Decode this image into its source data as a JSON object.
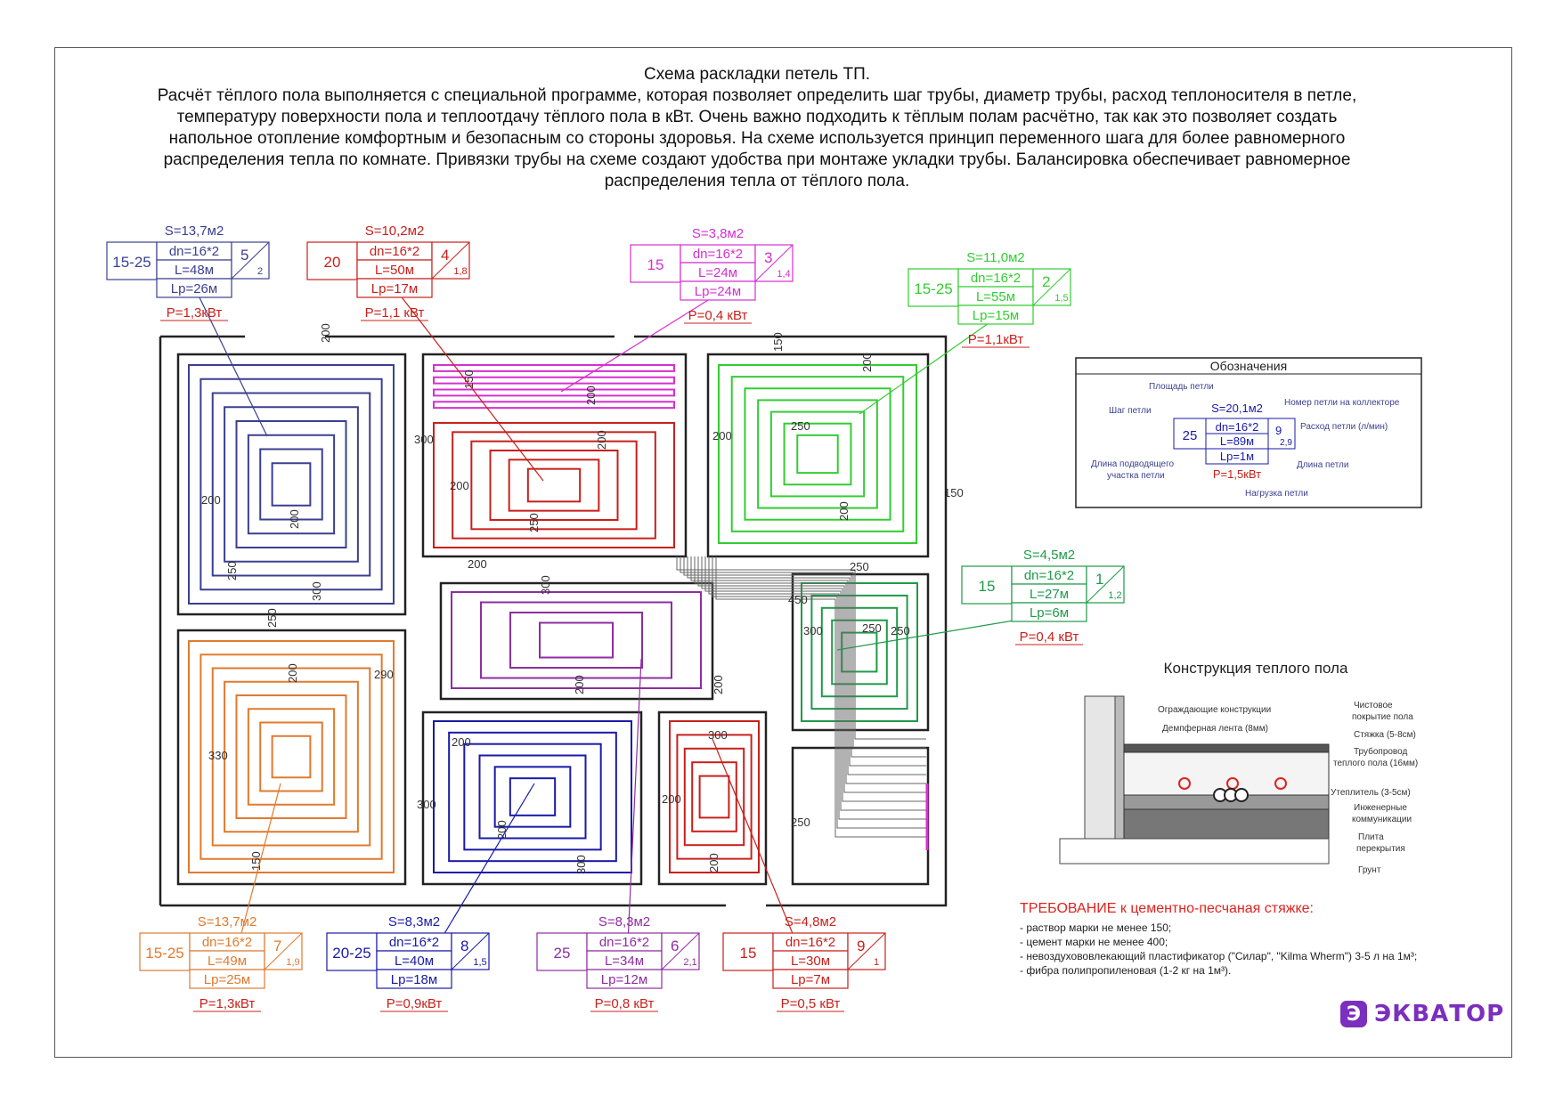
{
  "header": {
    "title": "Схема раскладки петель ТП.",
    "lines": [
      "Расчёт тёплого пола выполняется с специальной программе, которая позволяет определить шаг трубы, диаметр трубы, расход теплоносителя в петле,",
      "температуру поверхности пола и теплоотдачу тёплого пола в кВт. Очень важно подходить к тёплым полам расчётно, так как это позволяет создать",
      "напольное отопление комфортным и безопасным со стороны здоровья. На схеме используется принцип переменного шага для более равномерного",
      "распределения тепла по комнате. Привязки трубы на схеме создают удобства при монтаже укладки трубы. Балансировка обеспечивает равномерное",
      "распределения тепла от тёплого пола."
    ]
  },
  "loops": [
    {
      "id": "5",
      "area": "S=13,7м2",
      "step": "15-25",
      "dn": "dn=16*2",
      "num": "5",
      "flow": "2",
      "length": "L=48м",
      "supply": "Lp=26м",
      "power": "P=1,3кВт",
      "color": "#3b3f8f"
    },
    {
      "id": "4",
      "area": "S=10,2м2",
      "step": "20",
      "dn": "dn=16*2",
      "num": "4",
      "flow": "1,8",
      "length": "L=50м",
      "supply": "Lp=17м",
      "power": "P=1,1 кВт",
      "color": "#c8201c"
    },
    {
      "id": "3",
      "area": "S=3,8м2",
      "step": "15",
      "dn": "dn=16*2",
      "num": "3",
      "flow": "1,4",
      "length": "L=24м",
      "supply": "Lp=24м",
      "power": "P=0,4 кВт",
      "color": "#d62fd1"
    },
    {
      "id": "2",
      "area": "S=11,0м2",
      "step": "15-25",
      "dn": "dn=16*2",
      "num": "2",
      "flow": "1,5",
      "length": "L=55м",
      "supply": "Lp=15м",
      "power": "P=1,1кВт",
      "color": "#33cc33"
    },
    {
      "id": "1",
      "area": "S=4,5м2",
      "step": "15",
      "dn": "dn=16*2",
      "num": "1",
      "flow": "1,2",
      "length": "L=27м",
      "supply": "Lp=6м",
      "power": "P=0,4 кВт",
      "color": "#1f9a4a"
    },
    {
      "id": "7",
      "area": "S=13,7м2",
      "step": "15-25",
      "dn": "dn=16*2",
      "num": "7",
      "flow": "1,9",
      "length": "L=49м",
      "supply": "Lp=25м",
      "power": "P=1,3кВт",
      "color": "#e07a2e"
    },
    {
      "id": "8",
      "area": "S=8,3м2",
      "step": "20-25",
      "dn": "dn=16*2",
      "num": "8",
      "flow": "1,5",
      "length": "L=40м",
      "supply": "Lp=18м",
      "power": "P=0,9кВт",
      "color": "#1a1aa8"
    },
    {
      "id": "6",
      "area": "S=8,3м2",
      "step": "25",
      "dn": "dn=16*2",
      "num": "6",
      "flow": "2,1",
      "length": "L=34м",
      "supply": "Lp=12м",
      "power": "P=0,8 кВт",
      "color": "#8e2ea0"
    },
    {
      "id": "9",
      "area": "S=4,8м2",
      "step": "15",
      "dn": "dn=16*2",
      "num": "9",
      "flow": "1",
      "length": "L=30м",
      "supply": "Lp=7м",
      "power": "P=0,5 кВт",
      "color": "#c8201c"
    }
  ],
  "dimensions": [
    "200",
    "300",
    "200",
    "250",
    "200",
    "300",
    "150",
    "200",
    "200",
    "200",
    "250",
    "300",
    "200",
    "150",
    "200",
    "200",
    "250",
    "200",
    "150",
    "250",
    "450",
    "300",
    "250",
    "250",
    "250",
    "200",
    "290",
    "330",
    "150",
    "200",
    "300",
    "200",
    "300",
    "200",
    "200",
    "300",
    "200",
    "250",
    "200"
  ],
  "legend": {
    "title": "Обозначения",
    "area_label": "Площадь петли",
    "step_label": "Шаг петли",
    "loop_number_label": "Номер петли на коллекторе",
    "flow_label": "Расход петли (л/мин)",
    "supply_label_1": "Длина подводящего",
    "supply_label_2": "участка петли",
    "length_label": "Длина петли",
    "load_label": "Нагрузка петли",
    "area": "S=20,1м2",
    "step": "25",
    "dn": "dn=16*2",
    "num": "9",
    "flow": "2,9",
    "length": "L=89м",
    "supply": "Lp=1м",
    "power": "P=1,5кВт"
  },
  "construction": {
    "title": "Конструкция теплого пола",
    "labels": [
      "Ограждающие конструкции",
      "Демпферная лента (8мм)",
      "Чистовое",
      "покрытие пола",
      "Стяжка (5-8см)",
      "Трубопровод",
      "теплого пола (16мм)",
      "Утеплитель (3-5см)",
      "Инженерные",
      "коммуникации",
      "Плита",
      "перекрытия",
      "Грунт"
    ]
  },
  "requirements": {
    "title": "ТРЕБОВАНИЕ к цементно-песчаная стяжке:",
    "items": [
      "- раствор марки не менее 150;",
      "- цемент марки не менее 400;",
      "- невоздухововлекающий пластификатор (\"Силар\", \"Kilma Wherm\") 3-5 л на 1м³;",
      "- фибра полипропиленовая (1-2 кг на 1м³)."
    ]
  },
  "brand": {
    "mark": "Э",
    "name": "ЭКВАТОР",
    "color": "#7b2fbe"
  }
}
